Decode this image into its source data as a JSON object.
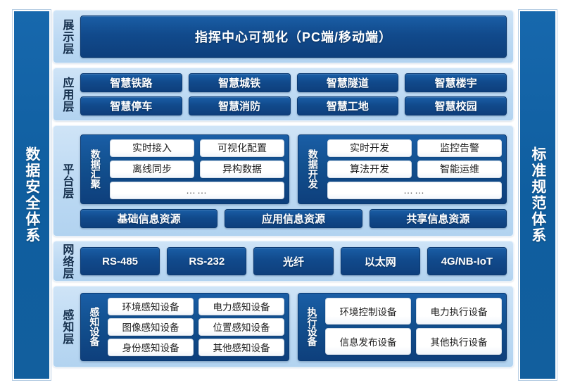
{
  "pillars": {
    "left": {
      "label": "数据安全体系"
    },
    "right": {
      "label": "标准规范体系"
    }
  },
  "layers": {
    "display": {
      "label": "展示层",
      "bar": "指挥中心可视化（PC端/移动端）"
    },
    "application": {
      "label": "应用层",
      "items": [
        "智慧铁路",
        "智慧城铁",
        "智慧隧道",
        "智慧楼宇",
        "智慧停车",
        "智慧消防",
        "智慧工地",
        "智慧校园"
      ]
    },
    "platform": {
      "label": "平台层",
      "panels": [
        {
          "title": "数据汇聚",
          "items": [
            "实时接入",
            "可视化配置",
            "离线同步",
            "异构数据"
          ],
          "more": "……"
        },
        {
          "title": "数据开发",
          "items": [
            "实时开发",
            "监控告警",
            "算法开发",
            "智能运维"
          ],
          "more": "……"
        }
      ],
      "resources": [
        "基础信息资源",
        "应用信息资源",
        "共享信息资源"
      ]
    },
    "network": {
      "label": "网络层",
      "items": [
        "RS-485",
        "RS-232",
        "光纤",
        "以太网",
        "4G/NB-IoT"
      ]
    },
    "sense": {
      "label": "感知层",
      "panels": [
        {
          "title": "感知设备",
          "items": [
            "环境感知设备",
            "电力感知设备",
            "图像感知设备",
            "位置感知设备",
            "身份感知设备",
            "其他感知设备"
          ]
        },
        {
          "title": "执行设备",
          "items": [
            "环境控制设备",
            "电力执行设备",
            "信息发布设备",
            "其他执行设备"
          ]
        }
      ]
    }
  },
  "colors": {
    "pillar_blue": "#0f5e9f",
    "chip_dark_blue": "#114a8c",
    "layer_light_blue": "#bcd9f3",
    "chip_white": "#ffffff",
    "text_dark": "#16304d"
  }
}
